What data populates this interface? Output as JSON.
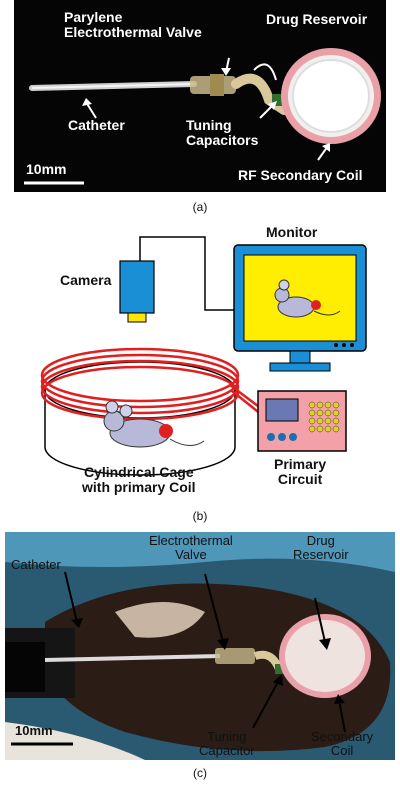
{
  "panel_a": {
    "labels": {
      "valve": "Parylene\nElectrothermal Valve",
      "reservoir": "Drug Reservoir",
      "catheter": "Catheter",
      "capacitors": "Tuning\nCapacitors",
      "coil": "RF Secondary Coil",
      "scale": "10mm"
    },
    "caption": "(a)"
  },
  "panel_b": {
    "labels": {
      "monitor": "Monitor",
      "camera": "Camera",
      "cage": "Cylindrical Cage\nwith primary Coil",
      "circuit": "Primary\nCircuit"
    },
    "caption": "(b)",
    "colors": {
      "coil": "#e02020",
      "screen": "#ffee00",
      "monitor": "#1a8fd6",
      "circuit": "#f4a0a8",
      "camera": "#1a8fd6"
    }
  },
  "panel_c": {
    "labels": {
      "valve": "Electrothermal\nValve",
      "reservoir": "Drug\nReservoir",
      "catheter": "Catheter",
      "capacitor": "Tuning\nCapacitor",
      "coil": "Secondary\nCoil",
      "scale": "10mm"
    },
    "caption": "(c)"
  }
}
